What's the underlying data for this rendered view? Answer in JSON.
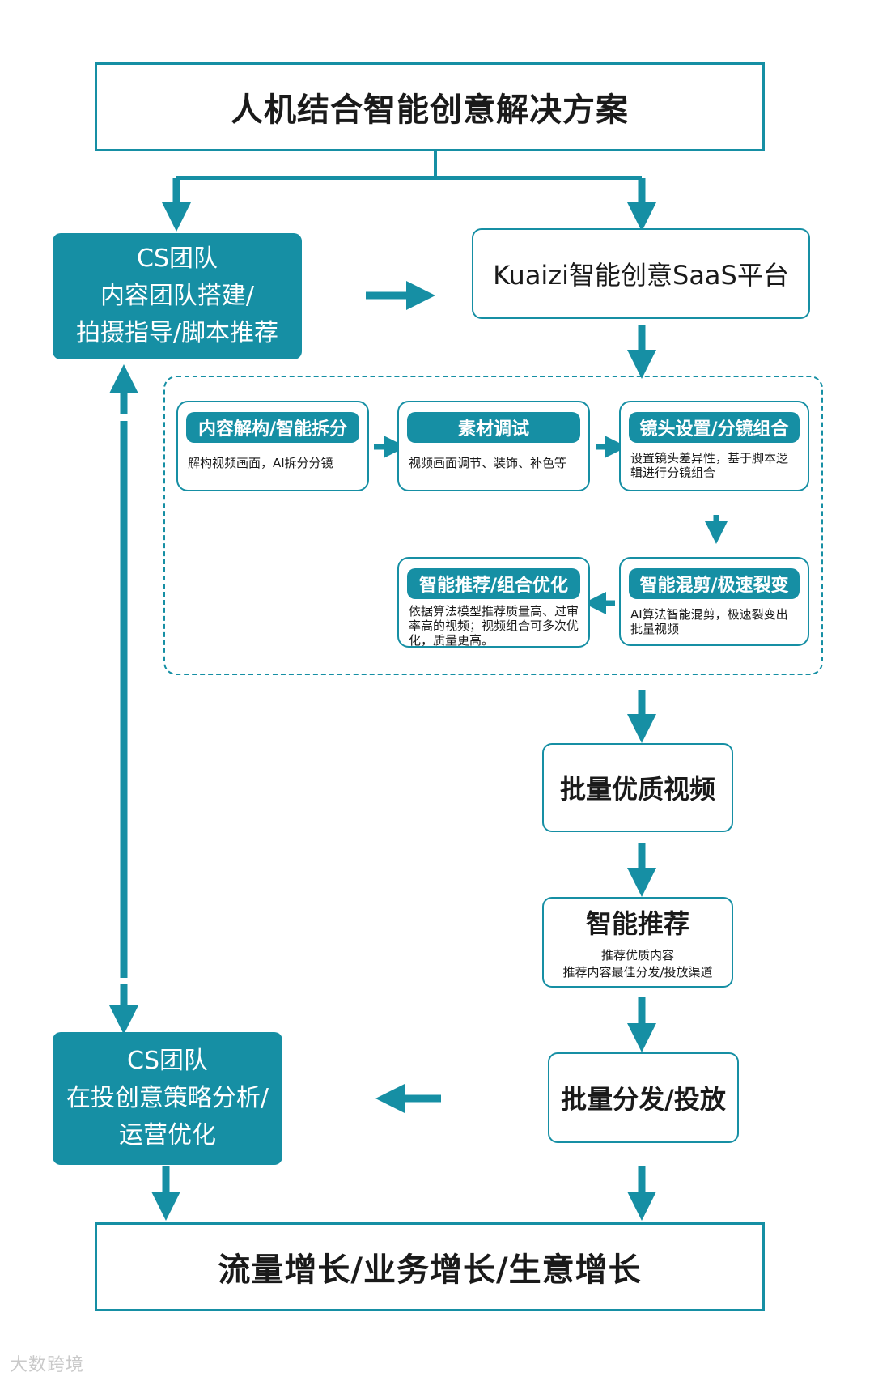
{
  "diagram": {
    "top_title": "人机结合智能创意解决方案",
    "cs_team_top": {
      "line1": "CS团队",
      "line2": "内容团队搭建/",
      "line3": "拍摄指导/脚本推荐"
    },
    "platform": "Kuaizi智能创意SaaS平台",
    "steps": [
      {
        "title": "内容解构/智能拆分",
        "desc": "解构视频画面，AI拆分分镜"
      },
      {
        "title": "素材调试",
        "desc": "视频画面调节、装饰、补色等"
      },
      {
        "title": "镜头设置/分镜组合",
        "desc": "设置镜头差异性，基于脚本逻辑进行分镜组合"
      },
      {
        "title": "智能混剪/极速裂变",
        "desc": "AI算法智能混剪，极速裂变出批量视频"
      },
      {
        "title": "智能推荐/组合优化",
        "desc": "依据算法模型推荐质量高、过审率高的视频；视频组合可多次优化，质量更高。"
      }
    ],
    "batch_video": "批量优质视频",
    "smart_recommend": {
      "title": "智能推荐",
      "line1": "推荐优质内容",
      "line2": "推荐内容最佳分发/投放渠道"
    },
    "batch_distribute": "批量分发/投放",
    "cs_team_bottom": {
      "line1": "CS团队",
      "line2": "在投创意策略分析/",
      "line3": "运营优化"
    },
    "result": "流量增长/业务增长/生意增长"
  },
  "watermark": "大数跨境",
  "colors": {
    "accent": "#168fa4",
    "background": "#ffffff",
    "text": "#1a1a1a"
  }
}
